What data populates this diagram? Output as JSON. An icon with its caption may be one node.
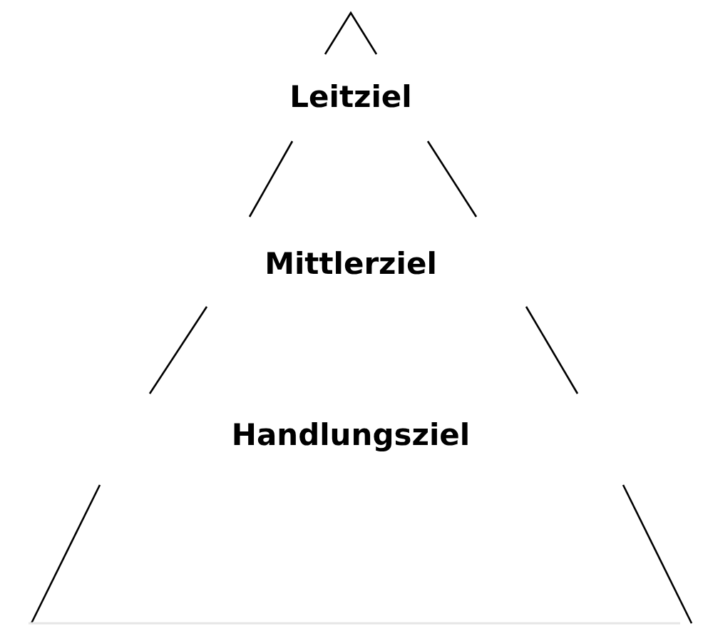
{
  "diagram": {
    "nodes": [
      {
        "text": [
          "Leitziel"
        ]
      },
      {
        "text": [
          "Mittlerziel"
        ]
      },
      {
        "text": [
          "Handlungsziel"
        ]
      }
    ]
  }
}
